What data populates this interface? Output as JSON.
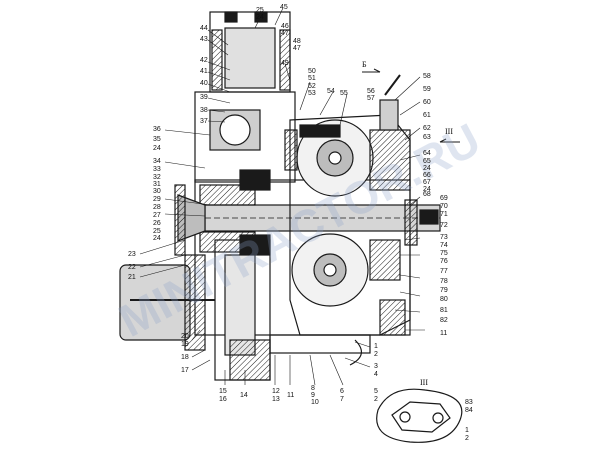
{
  "diagram": {
    "labels": {
      "l1": "1",
      "l2": "2",
      "l3": "3",
      "l4": "4",
      "l5": "5",
      "l6": "6",
      "l7": "7",
      "l8": "8",
      "l9": "9",
      "l10": "10",
      "l11": "11",
      "l12": "12",
      "l13": "13",
      "l14": "14",
      "l15": "15",
      "l16": "16",
      "l17": "17",
      "l18": "18",
      "l19": "19",
      "l20": "20",
      "l21": "21",
      "l22": "22",
      "l23": "23",
      "l24": "24",
      "l25": "25",
      "l26": "26",
      "l27": "27",
      "l28": "28",
      "l29": "29",
      "l30": "30",
      "l31": "31",
      "l32": "32",
      "l33": "33",
      "l34": "34",
      "l35": "35",
      "l36": "36",
      "l37": "37",
      "l38": "38",
      "l39": "39",
      "l40": "40",
      "l41": "41",
      "l42": "42",
      "l43": "43",
      "l44": "44",
      "l45": "45",
      "l46": "46",
      "l47": "47",
      "l48": "48",
      "l49": "49",
      "l50": "50",
      "l51": "51",
      "l52": "52",
      "l53": "53",
      "l54": "54",
      "l55": "55",
      "l56": "56",
      "l57": "57",
      "l58": "58",
      "l59": "59",
      "l60": "60",
      "l61": "61",
      "l62": "62",
      "l63": "63",
      "l64": "64",
      "l65": "65",
      "l66": "66",
      "l67": "67",
      "l68": "68",
      "l69": "69",
      "l70": "70",
      "l71": "71",
      "l72": "72",
      "l73": "73",
      "l74": "74",
      "l75": "75",
      "l76": "76",
      "l77": "77",
      "l78": "78",
      "l79": "79",
      "l80": "80",
      "l81": "81",
      "l82": "82",
      "l83": "83",
      "l84": "84"
    },
    "section_b": "Б",
    "section_iii": "III",
    "watermark": "MINITRACTOR.RU",
    "line_color": "#1a1a1a",
    "watermark_color": "#8ca0c8"
  }
}
